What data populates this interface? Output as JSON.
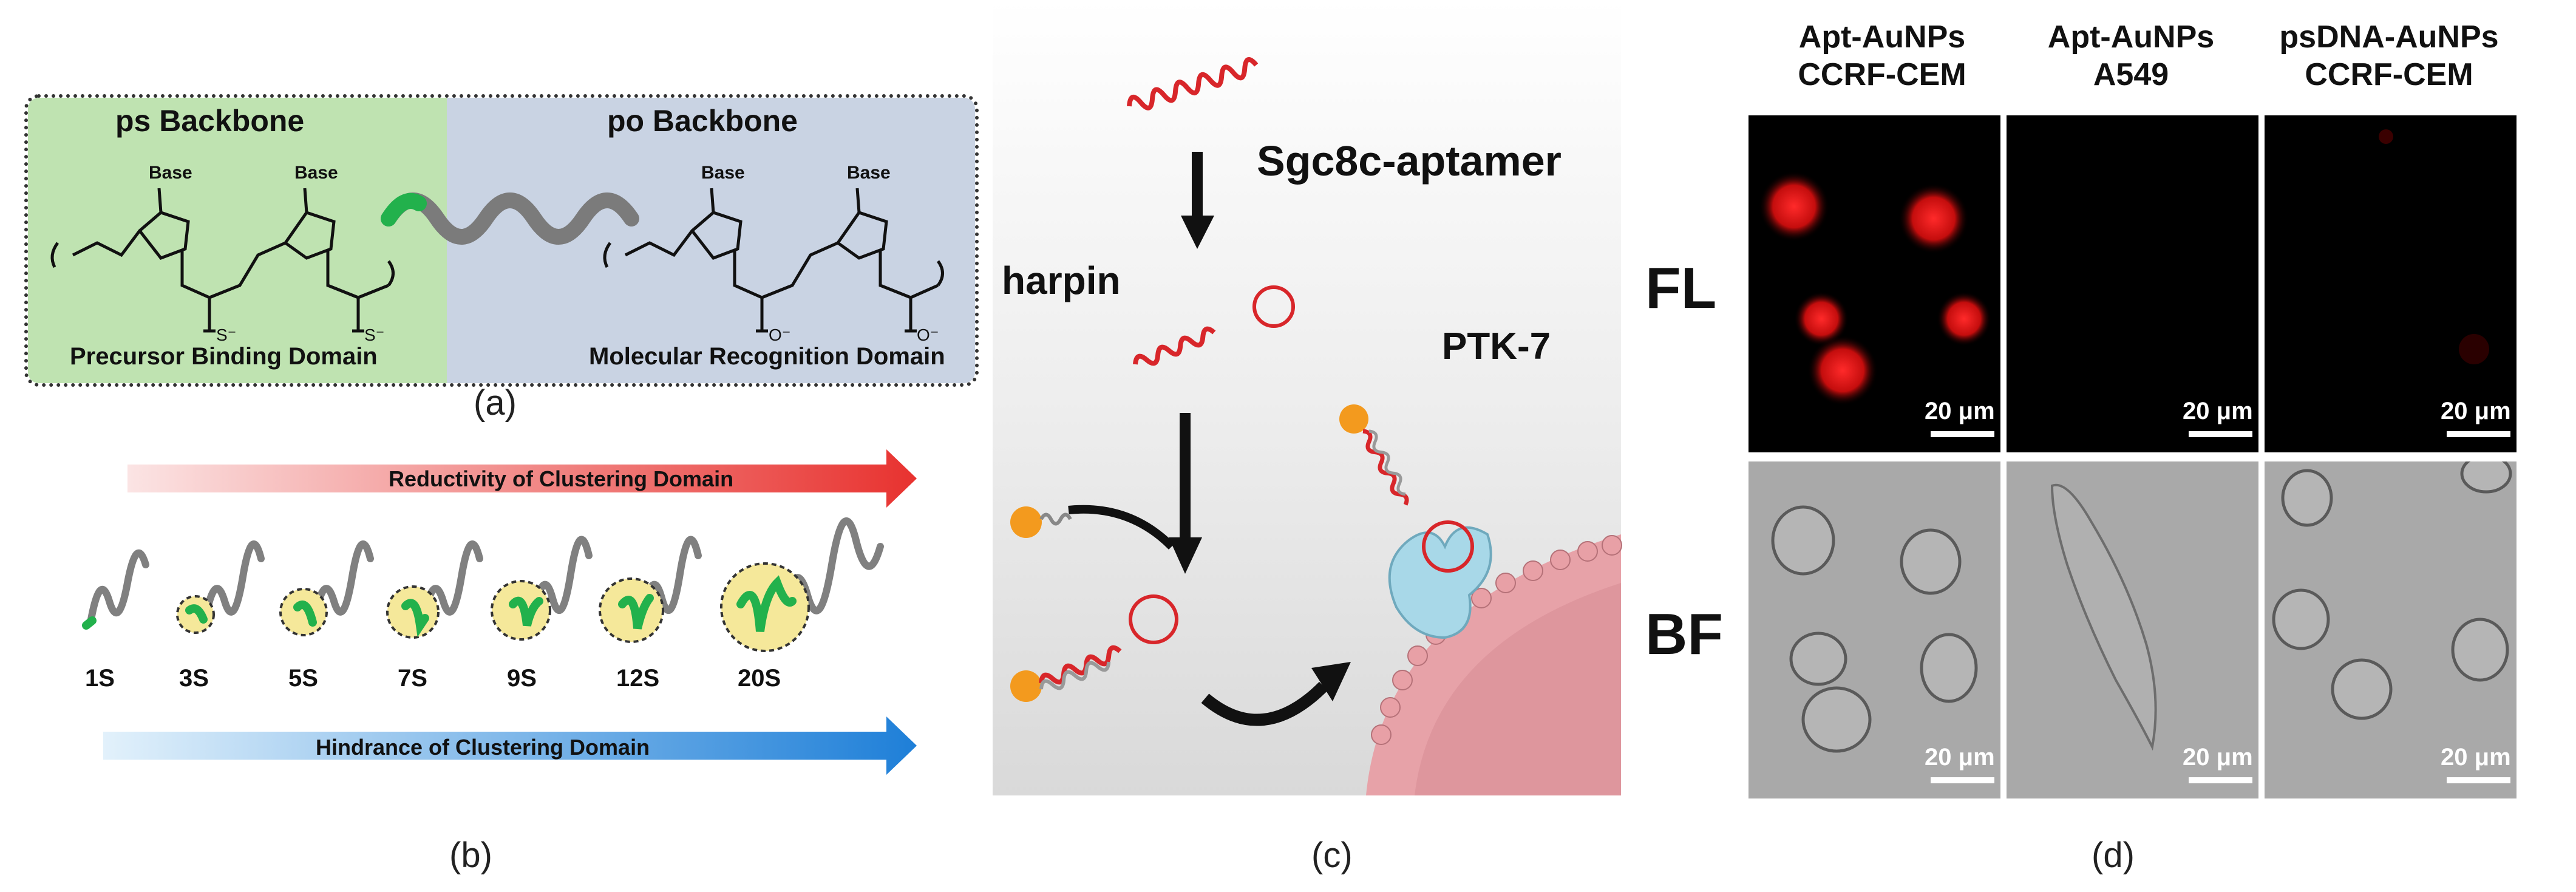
{
  "panel_a": {
    "ps_title": "ps Backbone",
    "po_title": "po Backbone",
    "base_label": "Base",
    "left_domain": "Precursor Binding Domain",
    "right_domain": "Molecular Recognition Domain",
    "ps_charge": "S⁻",
    "po_charge": "O⁻",
    "caption": "(a)",
    "colors": {
      "ps_bg": "#bfe3b1",
      "po_bg": "#c9d3e3"
    }
  },
  "panel_b": {
    "top_arrow": "Reductivity of Clustering Domain",
    "bottom_arrow": "Hindrance of Clustering Domain",
    "labels": [
      "1S",
      "3S",
      "5S",
      "7S",
      "9S",
      "12S",
      "20S"
    ],
    "caption": "(b)",
    "colors": {
      "top_arrow": "#e8322f",
      "bottom_arrow": "#1e7fd8",
      "cluster": "#f5e89a",
      "strand_green": "#22b14c"
    }
  },
  "panel_c": {
    "aptamer_label": "Sgc8c-aptamer",
    "hairpin_label": "harpin",
    "receptor_label": "PTK-7",
    "caption": "(c)",
    "colors": {
      "strand": "#d8262a",
      "receptor": "#a8d8e8",
      "membrane": "#e7a2a8",
      "nanoparticle": "#f39a1e"
    }
  },
  "panel_d": {
    "columns": [
      {
        "line1": "Apt-AuNPs",
        "line2": "CCRF-CEM"
      },
      {
        "line1": "Apt-AuNPs",
        "line2": "A549"
      },
      {
        "line1": "psDNA-AuNPs",
        "line2": "CCRF-CEM"
      }
    ],
    "rows": [
      "FL",
      "BF"
    ],
    "scale_bar": "20 μm",
    "caption": "(d)"
  }
}
